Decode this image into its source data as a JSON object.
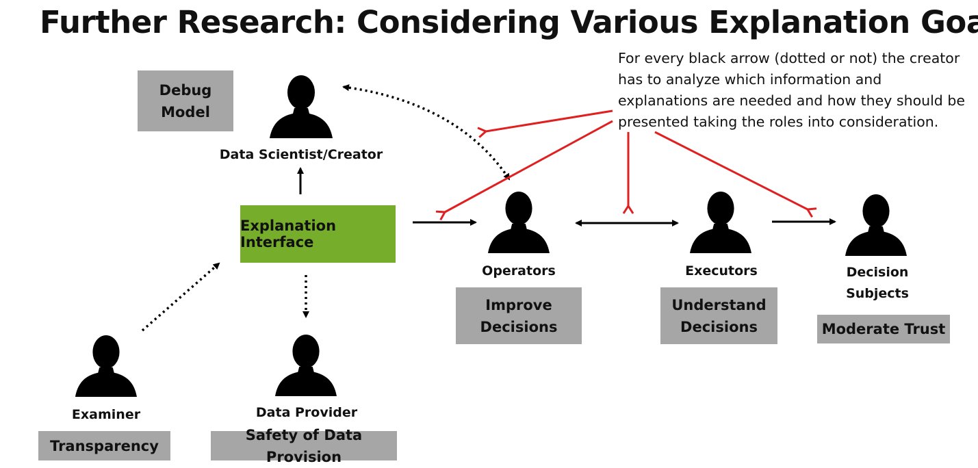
{
  "title": "Further Research: Considering Various Explanation Goals",
  "note": "For every black arrow (dotted or not) the creator has to analyze which information and explanations are needed and how they should be presented taking the roles into consideration.",
  "center": {
    "label": "Explanation Interface",
    "color": "#76ad2b"
  },
  "roles": {
    "data_scientist": "Data Scientist/Creator",
    "operators": "Operators",
    "executors": "Executors",
    "decision_subjects_1": "Decision",
    "decision_subjects_2": "Subjects",
    "examiner": "Examiner",
    "data_provider": "Data Provider"
  },
  "goals": {
    "debug_1": "Debug",
    "debug_2": "Model",
    "improve_1": "Improve",
    "improve_2": "Decisions",
    "understand_1": "Understand",
    "understand_2": "Decisions",
    "moderate_trust": "Moderate Trust",
    "transparency": "Transparency",
    "safety": "Safety of Data Provision"
  },
  "colors": {
    "goal_box": "#a6a6a6",
    "annotation_arrow": "#e02020",
    "flow_arrow": "#000000"
  },
  "icons": {
    "person": "person-silhouette-icon"
  }
}
